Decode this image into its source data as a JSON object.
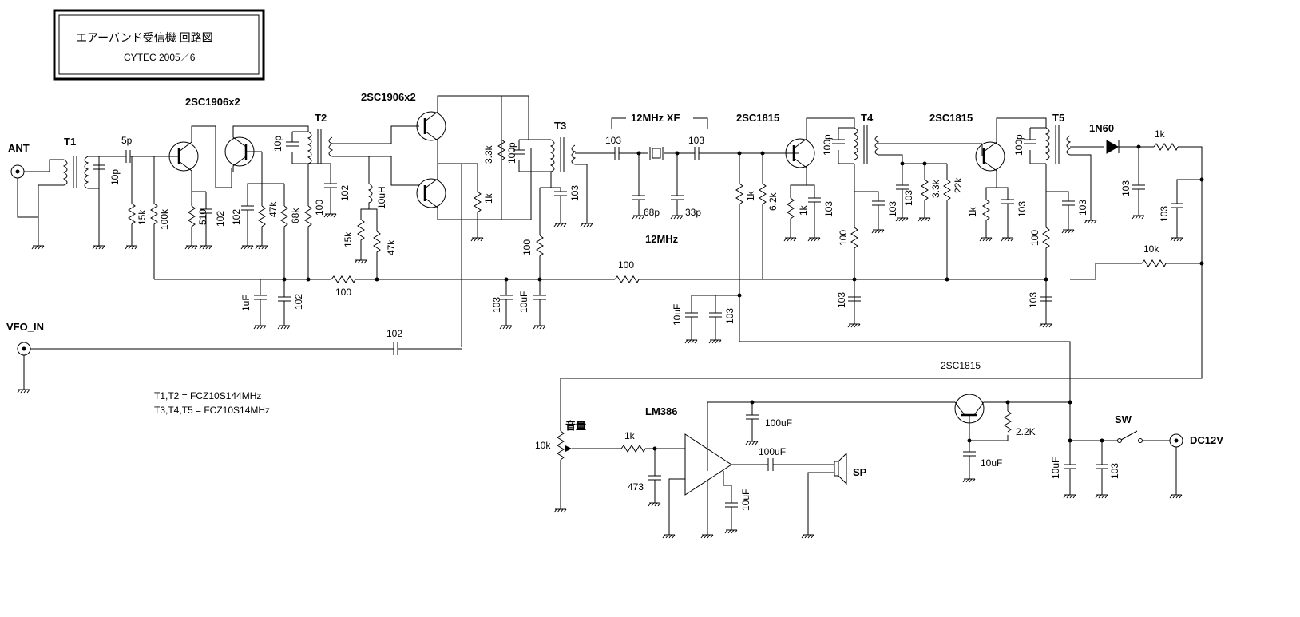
{
  "title": {
    "heading": "エアーバンド受信機  回路図",
    "credit": "CYTEC   2005／6"
  },
  "notes": [
    "T1,T2 = FCZ10S144MHz",
    "T3,T4,T5 = FCZ10S14MHz"
  ],
  "connectors": {
    "ant": "ANT",
    "vfo_in": "VFO_IN",
    "dc12v": "DC12V",
    "speaker": "SP",
    "switch": "SW"
  },
  "transformers": [
    "T1",
    "T2",
    "T3",
    "T4",
    "T5"
  ],
  "semiconductors": {
    "rf_amp": "2SC1906x2",
    "mixer": "2SC1906x2",
    "if_amp_1": "2SC1815",
    "if_amp_2": "2SC1815",
    "detector": "1N60",
    "power_tr": "2SC1815",
    "audio_ic": "LM386"
  },
  "crystal_filter": {
    "title": "12MHz XF",
    "freq": "12MHz"
  },
  "volume_label": "音量",
  "component_values": {
    "c_ant_tune": "10p",
    "c_coupling": "5p",
    "r_bias_1": "15k",
    "r_bias_2": "100k",
    "r_emitter": "510",
    "c_emitter": "102",
    "c_bypass_a": "102",
    "r_47k_a": "47k",
    "r_68k": "68k",
    "r_100_t2": "100",
    "c_102_t2": "102",
    "c_t2_tune": "10p",
    "c_1uf": "1uF",
    "c_102_bot": "102",
    "r_100_bot": "100",
    "l_10uh": "10uH",
    "r_15k_b": "15k",
    "r_47k_b": "47k",
    "r_3k3_mix": "3.3k",
    "c_100p_t3": "100p",
    "r_1k_mix": "1k",
    "c_103_t3": "103",
    "r_100_t3": "100",
    "c_103_bot": "103",
    "c_10uf_bot": "10uF",
    "c_vfo": "102",
    "r_100_line": "100",
    "c_xf_in": "103",
    "c_xf_out": "103",
    "c_68p": "68p",
    "c_33p": "33p",
    "r_1k_if1": "1k",
    "r_6k2": "6.2k",
    "c_100p_t4": "100p",
    "r_1k_if1e": "1k",
    "c_103_if1e": "103",
    "c_10uf_if": "10uF",
    "c_103_if": "103",
    "r_100_t4": "100",
    "c_103_t4": "103",
    "c_103_t4b": "103",
    "c_103_t4c": "103",
    "r_3k3_if2": "3.3k",
    "r_22k": "22k",
    "c_103_t4bot": "103",
    "c_100p_t5": "100p",
    "r_1k_if2e": "1k",
    "c_103_if2e": "103",
    "c_103_t5": "103",
    "r_100_t5": "100",
    "c_103_t5bot": "103",
    "r_1k_det": "1k",
    "c_103_det1": "103",
    "c_103_det2": "103",
    "r_10k_agc": "10k",
    "pot_10k": "10k",
    "r_1k_audio": "1k",
    "c_473": "473",
    "c_100uf_ic": "100uF",
    "c_10uf_ic": "10uF",
    "c_100uf_out": "100uF",
    "r_2k2": "2.2K",
    "c_10uf_reg": "10uF",
    "c_10uf_pwr": "10uF",
    "c_103_pwr": "103"
  }
}
